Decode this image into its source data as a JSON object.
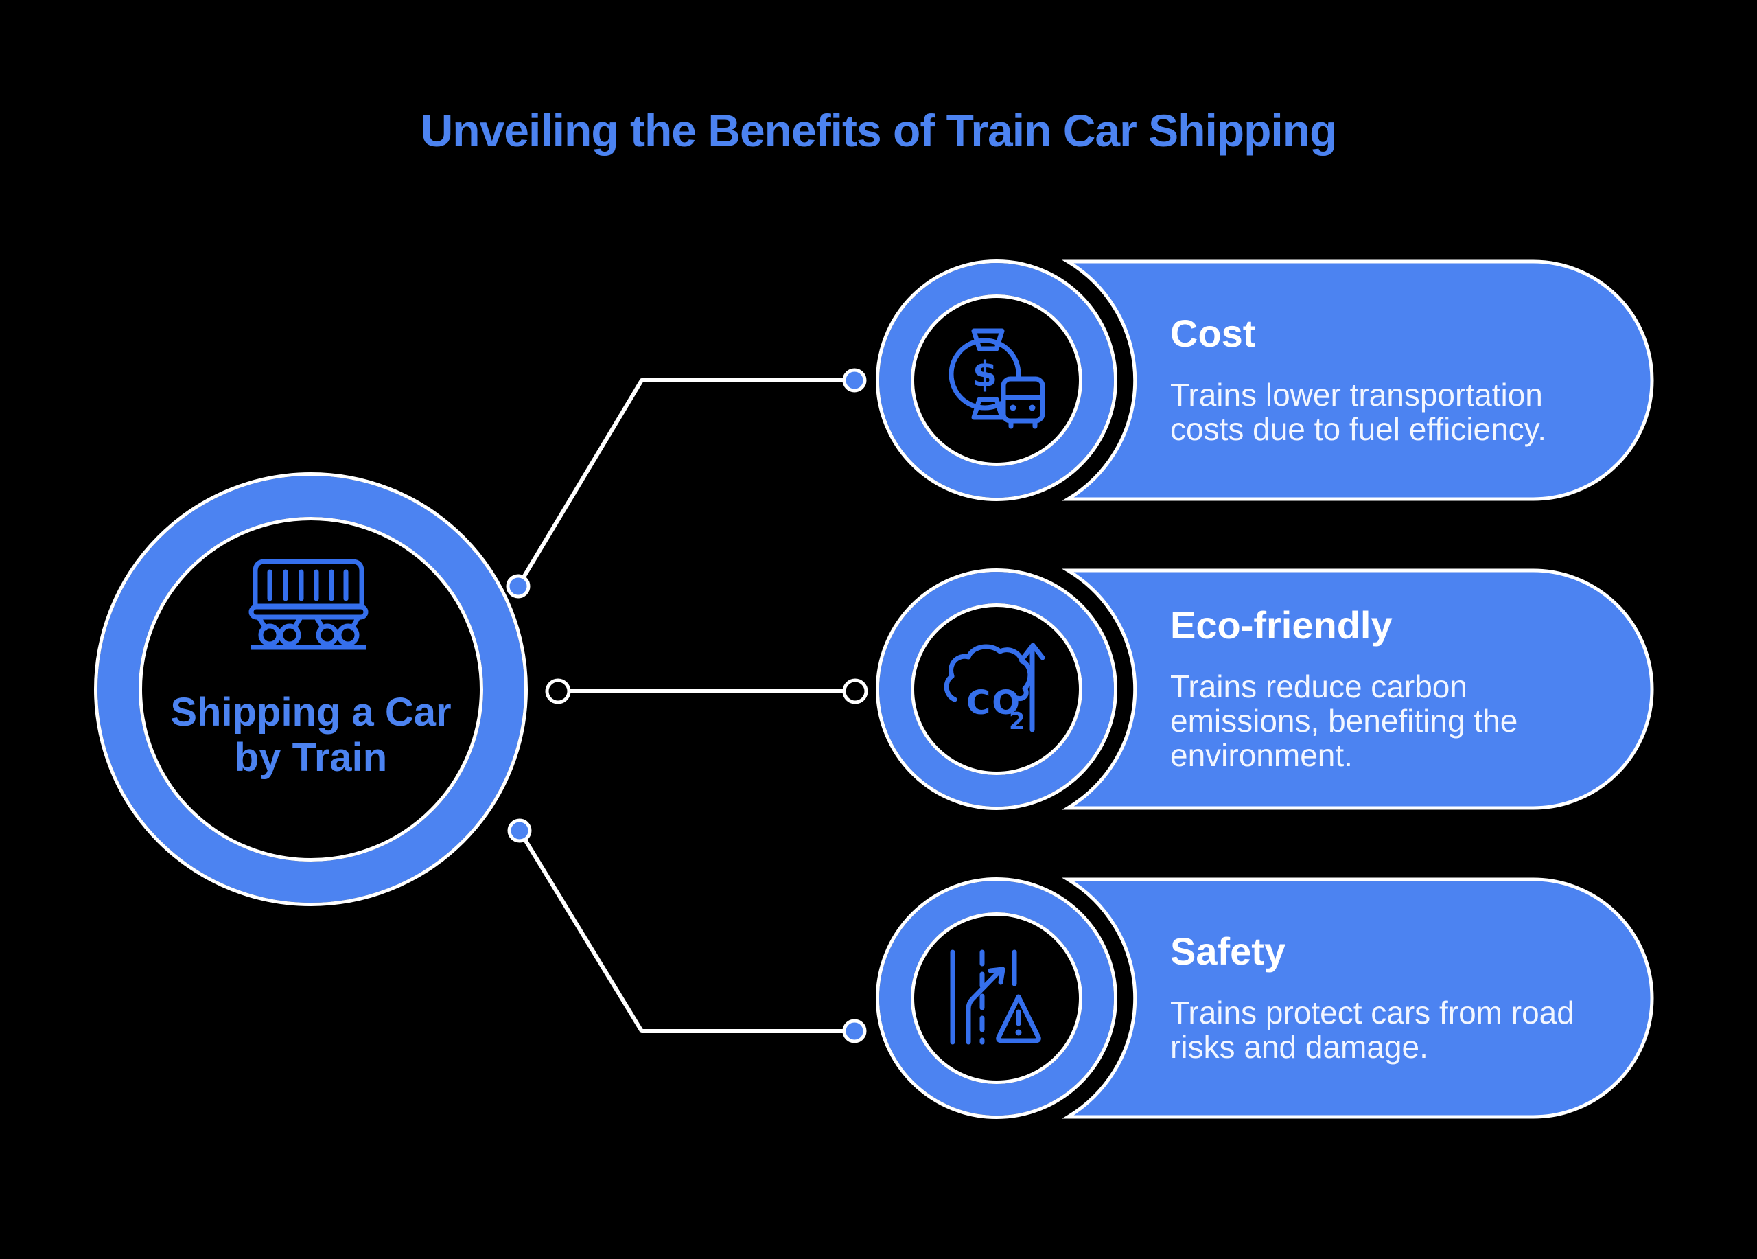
{
  "page": {
    "title": "Unveiling the Benefits of Train Car Shipping",
    "background": "#000000",
    "accent_blue": "#4c83f1",
    "icon_blue": "#356fec",
    "text_white": "#f2f6ff"
  },
  "hub": {
    "label": "Shipping a Car\nby Train",
    "icon": "train-car-icon"
  },
  "branches": [
    {
      "id": "cost",
      "title": "Cost",
      "description": "Trains lower transportation\ncosts due to fuel efficiency.",
      "icon": "watch-dollar-train-icon",
      "icon_text": "$"
    },
    {
      "id": "eco",
      "title": "Eco-friendly",
      "description": "Trains reduce carbon\nemissions, benefiting the\nenvironment.",
      "icon": "co2-cloud-arrow-icon",
      "icon_text": "CO",
      "icon_subscript": "2"
    },
    {
      "id": "safety",
      "title": "Safety",
      "description": "Trains protect cars from road\nrisks and damage.",
      "icon": "road-hazard-icon"
    }
  ]
}
